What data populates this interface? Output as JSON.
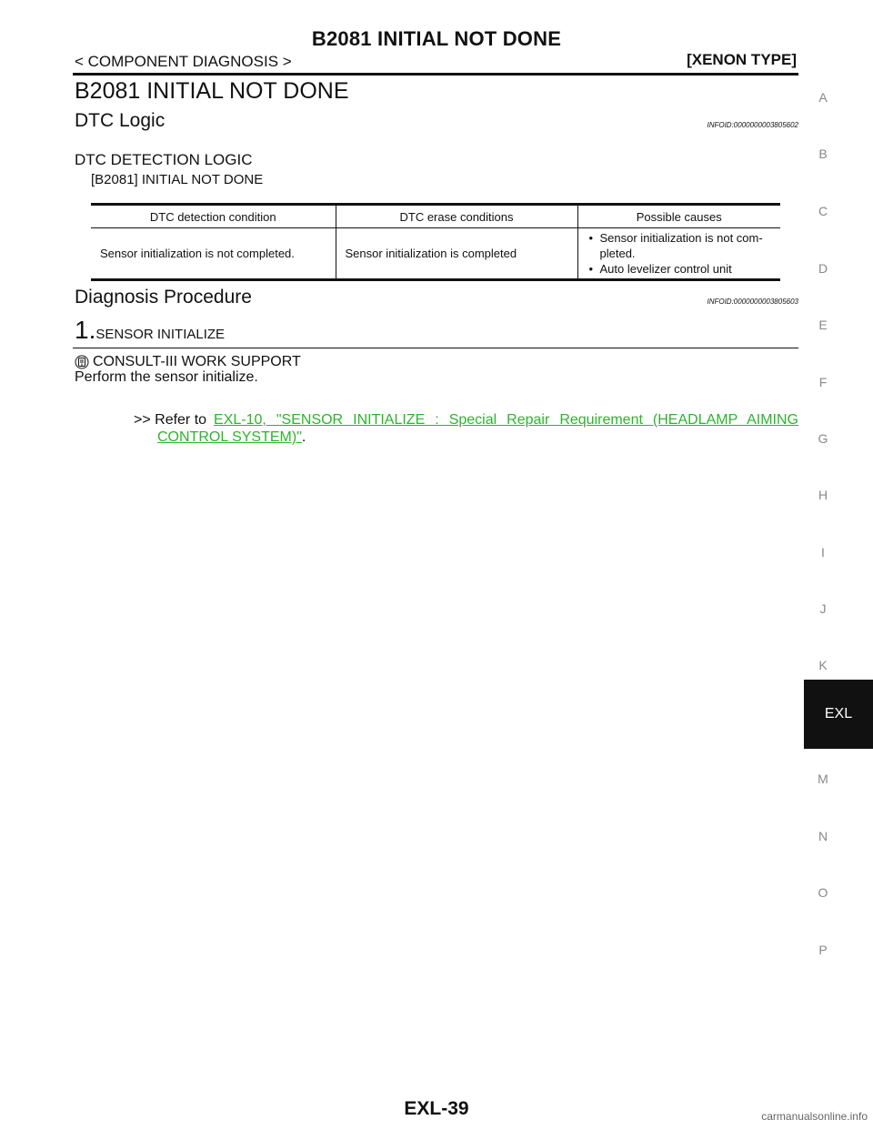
{
  "header": {
    "title": "B2081 INITIAL NOT DONE",
    "breadcrumb": "< COMPONENT DIAGNOSIS >",
    "section_tag": "[XENON TYPE]"
  },
  "main_title": "B2081 INITIAL NOT DONE",
  "dtc_logic": {
    "heading": "DTC Logic",
    "infoid": "INFOID:0000000003805602",
    "subheading": "DTC DETECTION LOGIC",
    "code_line": "[B2081] INITIAL NOT DONE",
    "table": {
      "headers": [
        "DTC detection condition",
        "DTC erase conditions",
        "Possible causes"
      ],
      "row": {
        "detection": "Sensor initialization is not completed.",
        "erase": "Sensor initialization is completed",
        "causes": [
          "Sensor initialization is not com-pleted.",
          "Auto levelizer control unit"
        ]
      }
    }
  },
  "diagnosis": {
    "heading": "Diagnosis Procedure",
    "infoid": "INFOID:0000000003805603",
    "step_number": "1.",
    "step_title": "SENSOR INITIALIZE",
    "consult_icon": "consult-tool-icon",
    "consult_text": "CONSULT-III WORK SUPPORT",
    "instruction": "Perform the sensor initialize.",
    "refer_prefix": ">> Refer to",
    "refer_link_line1": "EXL-10, \"SENSOR INITIALIZE : Special Repair Requirement (HEADLAMP AIMING",
    "refer_link_line2": "CONTROL SYSTEM)\"",
    "refer_suffix": "."
  },
  "side_index": {
    "letters": [
      "A",
      "B",
      "C",
      "D",
      "E",
      "F",
      "G",
      "H",
      "I",
      "J",
      "K",
      "M",
      "N",
      "O",
      "P"
    ],
    "active": "EXL"
  },
  "page_number": "EXL-39",
  "watermark": "carmanualsonline.info",
  "colors": {
    "link": "#2bb52b",
    "side_active_bg": "#111111",
    "side_letter": "#888888"
  }
}
